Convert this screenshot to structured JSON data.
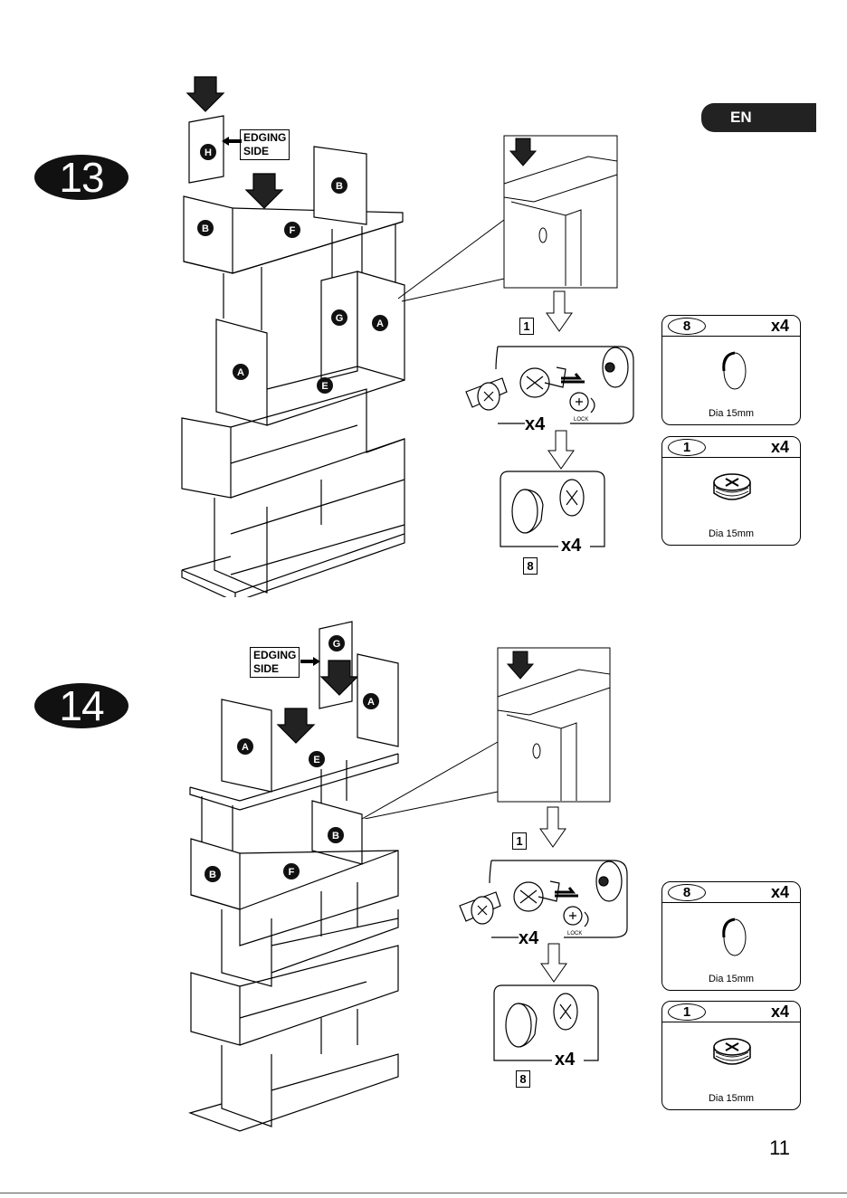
{
  "language": "EN",
  "page_number": "11",
  "steps": [
    {
      "number": "13",
      "edging_label": "EDGING\nSIDE",
      "panel_letters": [
        "H",
        "B",
        "F",
        "B",
        "G",
        "A",
        "A",
        "E"
      ],
      "quantity_label": "x4",
      "part_cam": "1",
      "part_cap": "8",
      "lock_label": "LOCK",
      "parts": [
        {
          "num": "8",
          "qty": "x4",
          "dia": "Dia 15mm"
        },
        {
          "num": "1",
          "qty": "x4",
          "dia": "Dia 15mm"
        }
      ]
    },
    {
      "number": "14",
      "edging_label": "EDGING\nSIDE",
      "panel_letters": [
        "G",
        "A",
        "A",
        "E",
        "B",
        "B",
        "F"
      ],
      "quantity_label": "x4",
      "part_cam": "1",
      "part_cap": "8",
      "lock_label": "LOCK",
      "parts": [
        {
          "num": "8",
          "qty": "x4",
          "dia": "Dia 15mm"
        },
        {
          "num": "1",
          "qty": "x4",
          "dia": "Dia 15mm"
        }
      ]
    }
  ]
}
